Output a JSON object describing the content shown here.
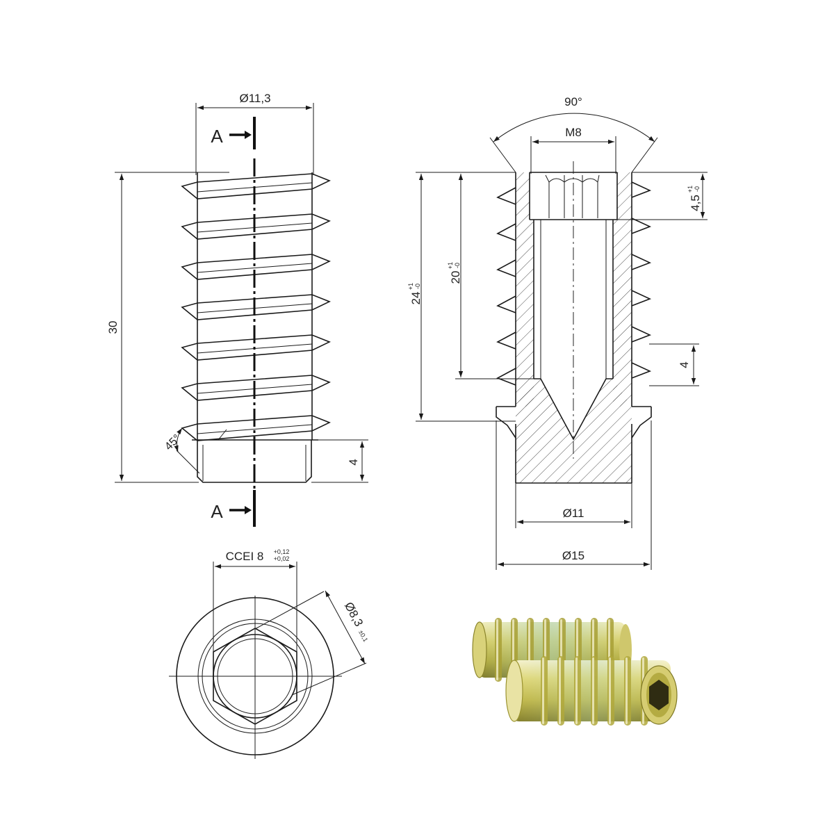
{
  "drawing": {
    "side_view": {
      "diameter_label": "Ø11,3",
      "length_label": "30",
      "chamfer_angle": "45°",
      "chamfer_height": "4",
      "section_marker_top": "A",
      "section_marker_bottom": "A"
    },
    "section_view": {
      "countersink_angle": "90°",
      "thread_label": "M8",
      "hex_depth_label": "4,5",
      "hex_depth_tol_plus": "+1",
      "hex_depth_tol_minus": "-0",
      "overall_depth_label": "24",
      "overall_depth_tol_plus": "+1",
      "overall_depth_tol_minus": "-0",
      "thread_depth_label": "20",
      "thread_depth_tol_plus": "+1",
      "thread_depth_tol_minus": "-0",
      "pitch_label": "4",
      "inner_diameter_label": "Ø11",
      "outer_diameter_label": "Ø15"
    },
    "end_view": {
      "hex_label": "CCEI 8",
      "hex_tol_plus": "+0,12",
      "hex_tol_minus": "+0,02",
      "bore_label": "Ø8,3",
      "bore_tol": "±0,1"
    },
    "photo": {
      "finish_color_light": "#e6e2a0",
      "finish_color_mid": "#c9c25a",
      "finish_color_dark": "#8f8a2c",
      "finish_color_tint": "#9fc7b0"
    }
  }
}
